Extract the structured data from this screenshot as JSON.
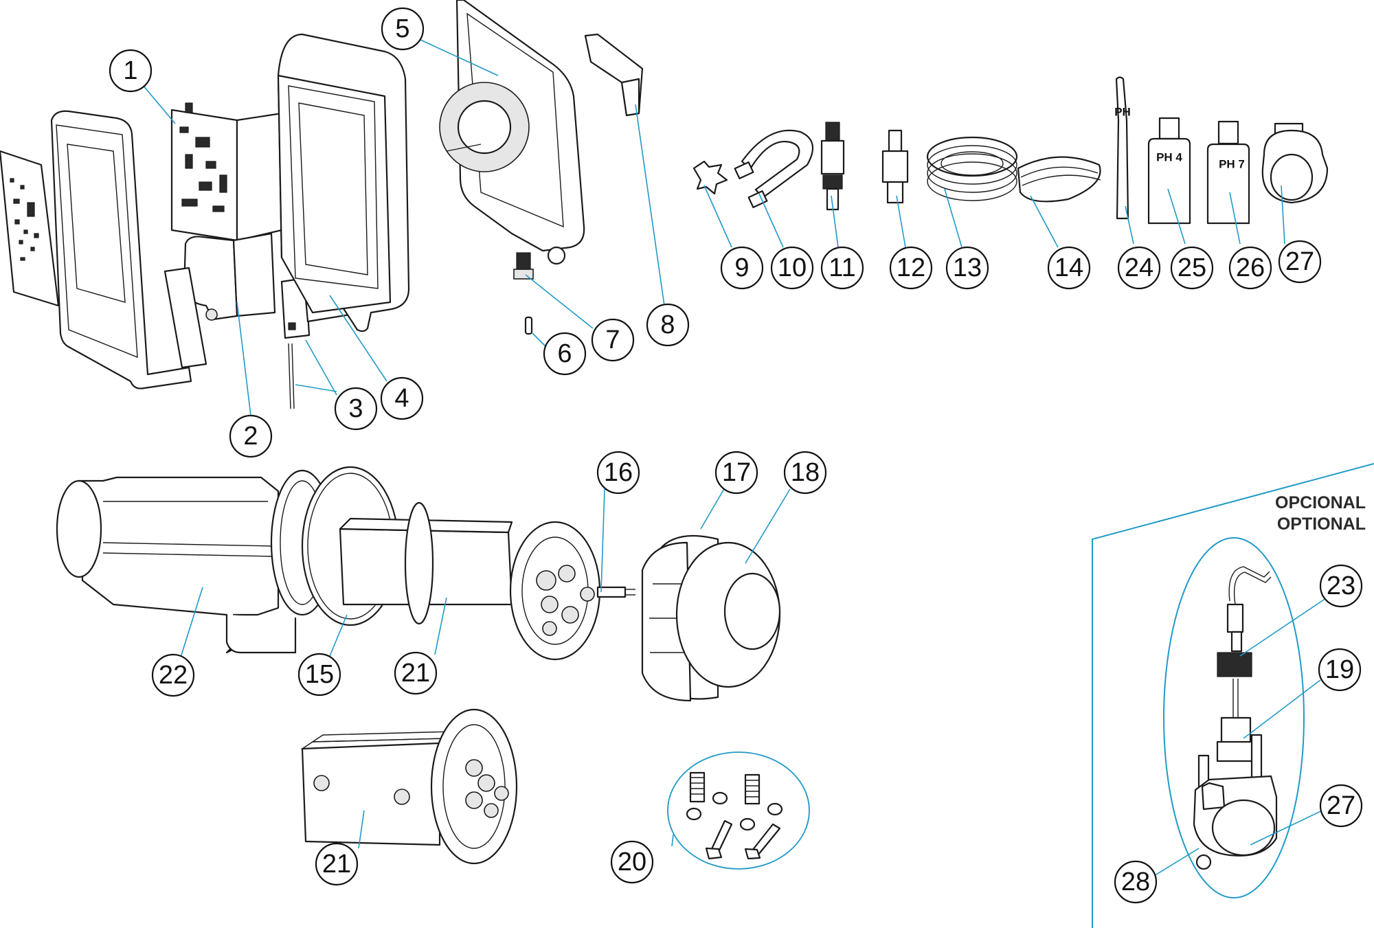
{
  "optional": {
    "line1": "OPCIONAL",
    "line2": "OPTIONAL"
  },
  "callouts": [
    "1",
    "2",
    "3",
    "4",
    "5",
    "6",
    "7",
    "8",
    "9",
    "10",
    "11",
    "12",
    "13",
    "14",
    "15",
    "16",
    "17",
    "18",
    "19",
    "20",
    "21",
    "21",
    "22",
    "23",
    "24",
    "25",
    "26",
    "27",
    "27",
    "28"
  ],
  "labels": {
    "ph4": "PH 4",
    "ph7": "PH 7",
    "probe": "PH"
  },
  "colors": {
    "leader": "#1f9ac8",
    "outline": "#1a1a1a",
    "background": "#ffffff"
  }
}
